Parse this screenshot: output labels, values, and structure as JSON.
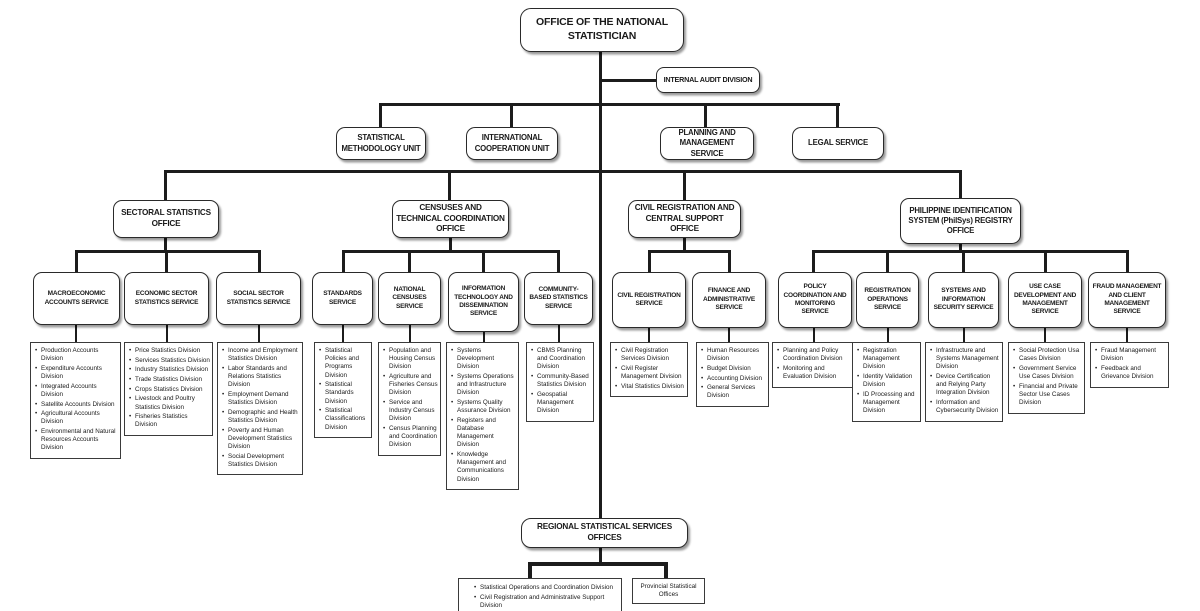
{
  "title": "OFFICE OF THE NATIONAL STATISTICIAN",
  "internal_audit": "INTERNAL AUDIT DIVISION",
  "staff_units": [
    "STATISTICAL METHODOLOGY UNIT",
    "INTERNATIONAL COOPERATION UNIT",
    "PLANNING AND MANAGEMENT SERVICE",
    "LEGAL SERVICE"
  ],
  "offices": [
    "SECTORAL STATISTICS OFFICE",
    "CENSUSES AND TECHNICAL COORDINATION OFFICE",
    "CIVIL REGISTRATION AND CENTRAL SUPPORT OFFICE",
    "PHILIPPINE IDENTIFICATION SYSTEM (PhilSys) REGISTRY OFFICE"
  ],
  "services": [
    {
      "label": "MACROECONOMIC ACCOUNTS SERVICE",
      "divisions": [
        "Production Accounts Division",
        "Expenditure Accounts Division",
        "Integrated Accounts Division",
        "Satellite Accounts Division",
        "Agricultural Accounts Division",
        "Environmental and Natural Resources Accounts Division"
      ]
    },
    {
      "label": "ECONOMIC SECTOR STATISTICS SERVICE",
      "divisions": [
        "Price Statistics Division",
        "Services Statistics Division",
        "Industry Statistics Division",
        "Trade Statistics Division",
        "Crops Statistics Division",
        "Livestock and Poultry Statistics Division",
        "Fisheries Statistics Division"
      ]
    },
    {
      "label": "SOCIAL SECTOR STATISTICS SERVICE",
      "divisions": [
        "Income and Employment Statistics Division",
        "Labor Standards and Relations Statistics Division",
        "Employment Demand Statistics Division",
        "Demographic and Health Statistics Division",
        "Poverty and Human Development Statistics Division",
        "Social Development Statistics Division"
      ]
    },
    {
      "label": "STANDARDS SERVICE",
      "divisions": [
        "Statistical Policies and Programs Division",
        "Statistical Standards Division",
        "Statistical Classifications Division"
      ]
    },
    {
      "label": "NATIONAL CENSUSES SERVICE",
      "divisions": [
        "Population and Housing Census Division",
        "Agriculture and Fisheries Census Division",
        "Service and Industry Census Division",
        "Census Planning and Coordination Division"
      ]
    },
    {
      "label": "INFORMATION TECHNOLOGY AND DISSEMINATION SERVICE",
      "divisions": [
        "Systems Development Division",
        "Systems Operations and Infrastructure Division",
        "Systems Quality Assurance Division",
        "Registers and Database Management Division",
        "Knowledge Management and Communications Division"
      ]
    },
    {
      "label": "COMMUNITY-BASED STATISTICS SERVICE",
      "divisions": [
        "CBMS Planning and Coordination Division",
        "Community-Based Statistics Division",
        "Geospatial Management Division"
      ]
    },
    {
      "label": "CIVIL REGISTRATION SERVICE",
      "divisions": [
        "Civil Registration Services Division",
        "Civil Register Management Division",
        "Vital Statistics Division"
      ]
    },
    {
      "label": "FINANCE AND ADMINISTRATIVE SERVICE",
      "divisions": [
        "Human Resources Division",
        "Budget Division",
        "Accounting Division",
        "General Services Division"
      ]
    },
    {
      "label": "POLICY COORDINATION AND MONITORING SERVICE",
      "divisions": [
        "Planning and Policy Coordination Division",
        "Monitoring and Evaluation Division"
      ]
    },
    {
      "label": "REGISTRATION OPERATIONS SERVICE",
      "divisions": [
        "Registration Management Division",
        "Identity Validation Division",
        "ID Processing and Management Division"
      ]
    },
    {
      "label": "SYSTEMS AND INFORMATION SECURITY SERVICE",
      "divisions": [
        "Infrastructure and Systems Management Division",
        "Device Certification and Relying Party Integration Division",
        "Information and Cybersecurity Division"
      ]
    },
    {
      "label": "USE CASE DEVELOPMENT AND MANAGEMENT SERVICE",
      "divisions": [
        "Social Protection Usa Cases Division",
        "Government Service Use Cases Division",
        "Financial and Private Sector Use Cases Division"
      ]
    },
    {
      "label": "FRAUD MANAGEMENT AND CLIENT MANAGEMENT SERVICE",
      "divisions": [
        "Fraud Management Division",
        "Feedback and Grievance Division"
      ]
    }
  ],
  "regional": {
    "label": "REGIONAL STATISTICAL SERVICES OFFICES",
    "divisions": [
      "Statistical Operations and Coordination Division",
      "Civil Registration and Administrative Support Division"
    ],
    "provincial": "Provincial Statistical Offices"
  }
}
